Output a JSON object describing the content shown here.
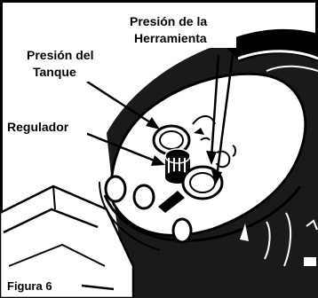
{
  "labels": {
    "tool_pressure_line1": "Presión de la",
    "tool_pressure_line2": "Herramienta",
    "tank_pressure_line1": "Presión del",
    "tank_pressure_line2": "Tanque",
    "regulator": "Regulador",
    "figure": "Figura 6"
  },
  "colors": {
    "ink": "#000000",
    "paper": "#ffffff"
  }
}
